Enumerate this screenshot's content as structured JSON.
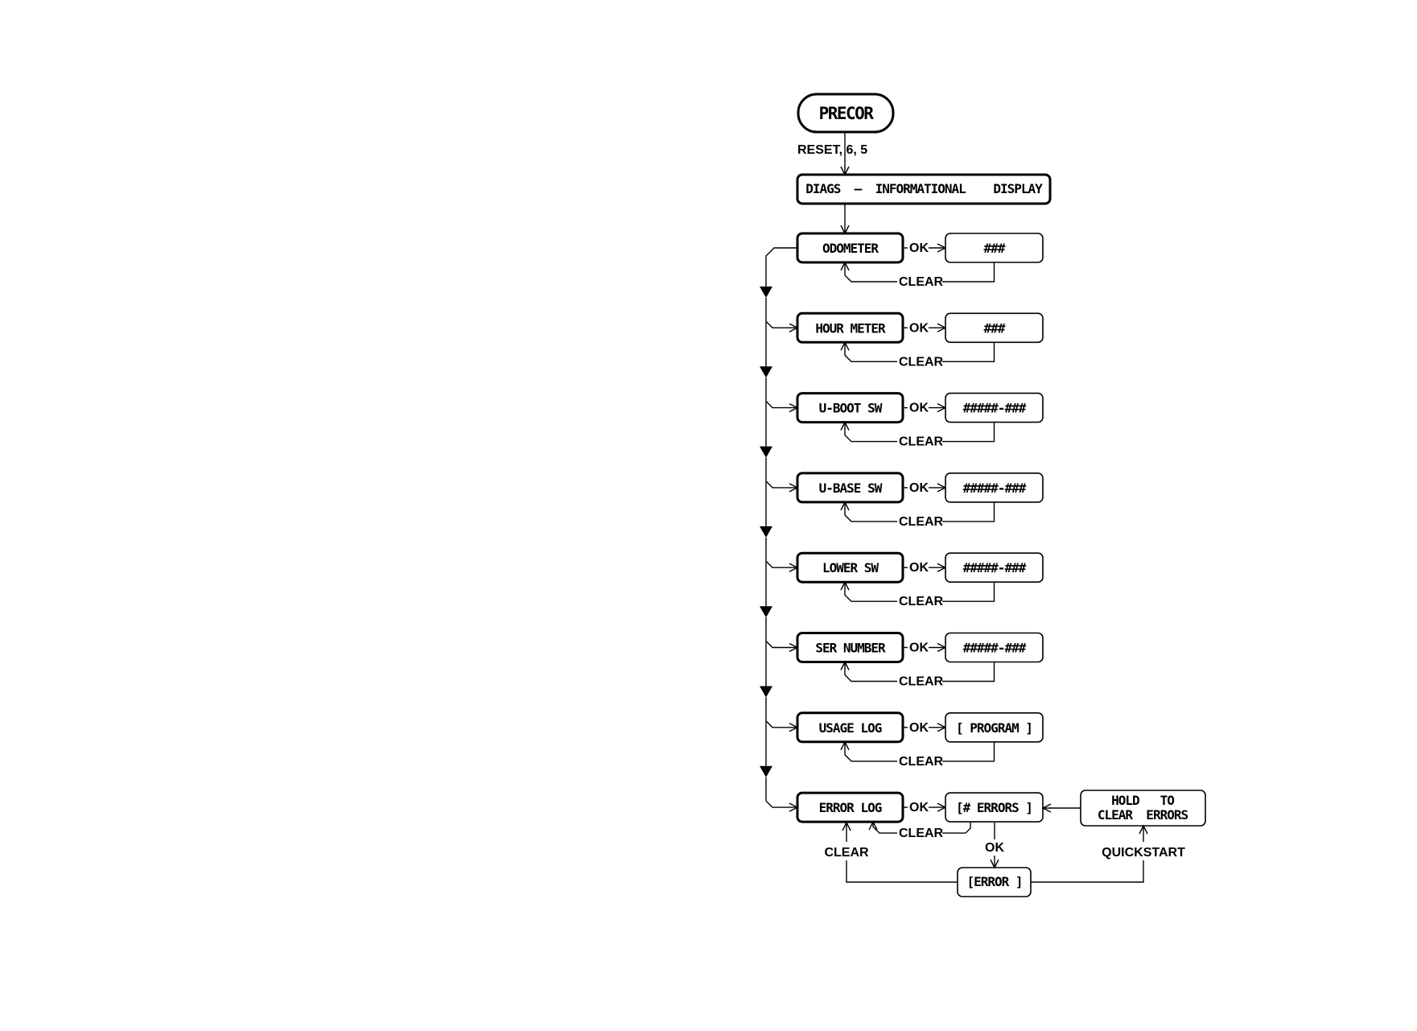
{
  "start": {
    "label": "PRECOR"
  },
  "entry": {
    "keys": "RESET, 6, 5"
  },
  "mode": {
    "title": "DIAGS  –  INFORMATIONAL    DISPLAY"
  },
  "menu": [
    {
      "label": "ODOMETER",
      "action": "OK",
      "value": "###",
      "back": "CLEAR"
    },
    {
      "label": "HOUR  METER",
      "action": "OK",
      "value": "###",
      "back": "CLEAR"
    },
    {
      "label": "U-BOOT  SW",
      "action": "OK",
      "value": "#####-###",
      "back": "CLEAR"
    },
    {
      "label": "U-BASE SW",
      "action": "OK",
      "value": "#####-###",
      "back": "CLEAR"
    },
    {
      "label": "LOWER SW",
      "action": "OK",
      "value": "#####-###",
      "back": "CLEAR"
    },
    {
      "label": "SER  NUMBER",
      "action": "OK",
      "value": "#####-###",
      "back": "CLEAR"
    },
    {
      "label": "USAGE LOG",
      "action": "OK",
      "value": "[ PROGRAM ]",
      "back": "CLEAR"
    },
    {
      "label": "ERROR  LOG",
      "action": "OK",
      "value": "[# ERRORS ]",
      "back": "CLEAR"
    }
  ],
  "error_log": {
    "hold_line1": "HOLD   TO",
    "hold_line2": "CLEAR  ERRORS",
    "ok_label": "OK",
    "error_value": "[ERROR ]",
    "clear_label": "CLEAR",
    "quickstart_label": "QUICKSTART"
  }
}
